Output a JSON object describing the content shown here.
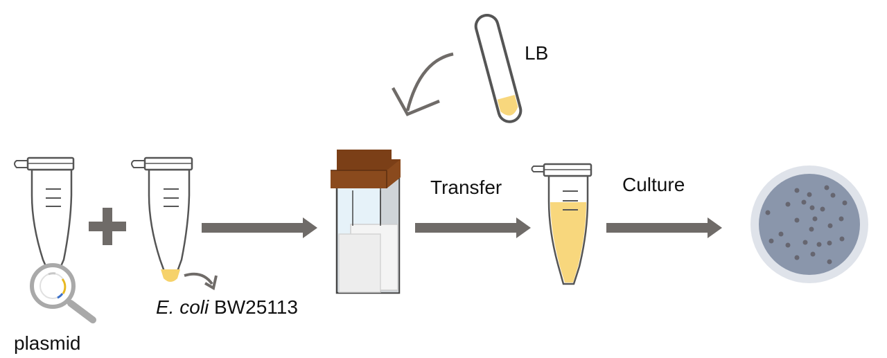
{
  "labels": {
    "plasmid": "plasmid",
    "strain_species": "E. coli",
    "strain_name": "BW25113",
    "medium": "LB",
    "transfer": "Transfer",
    "culture": "Culture"
  },
  "colors": {
    "outline": "#555555",
    "arrow": "#6f6b68",
    "cell_pellet": "#f6d26a",
    "medium": "#f8d77d",
    "cuvette_cap": "#7b3f17",
    "cuvette_liquid": "#e6f2f9",
    "cuvette_paddle": "#ededed",
    "plate_rim": "#dfe3ea",
    "plate_agar": "#8a96ab",
    "colony": "#666670"
  },
  "steps": [
    "plasmid",
    "E. coli BW25113",
    "electroporation cuvette",
    "Transfer",
    "Culture",
    "agar plate"
  ]
}
